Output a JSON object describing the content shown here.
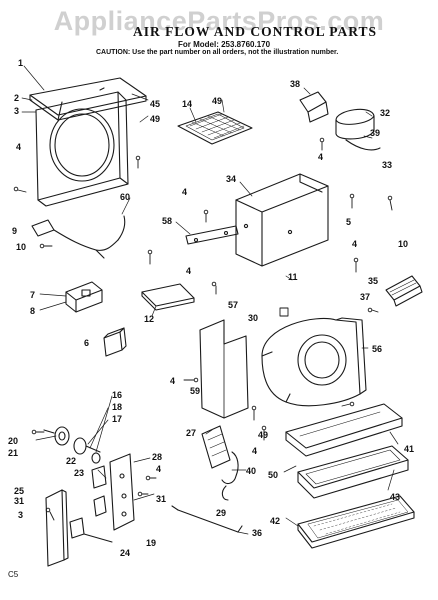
{
  "watermark": "AppliancePartsPros.com",
  "header": {
    "title": "AIR FLOW AND CONTROL PARTS",
    "model_line": "For Model: 253.8760.170",
    "caution": "CAUTION: Use the part number on all orders, not the illustration number."
  },
  "corner_code": "C5",
  "callouts": [
    {
      "id": "c1",
      "text": "1"
    },
    {
      "id": "c2",
      "text": "2"
    },
    {
      "id": "c3",
      "text": "3"
    },
    {
      "id": "c4a",
      "text": "4"
    },
    {
      "id": "c45",
      "text": "45"
    },
    {
      "id": "c49a",
      "text": "49"
    },
    {
      "id": "c14",
      "text": "14"
    },
    {
      "id": "c49b",
      "text": "49"
    },
    {
      "id": "c38",
      "text": "38"
    },
    {
      "id": "c32",
      "text": "32"
    },
    {
      "id": "c39",
      "text": "39"
    },
    {
      "id": "c4b",
      "text": "4"
    },
    {
      "id": "c33",
      "text": "33"
    },
    {
      "id": "c34",
      "text": "34"
    },
    {
      "id": "c4c",
      "text": "4"
    },
    {
      "id": "c60",
      "text": "60"
    },
    {
      "id": "c58",
      "text": "58"
    },
    {
      "id": "c5",
      "text": "5"
    },
    {
      "id": "c10a",
      "text": "10"
    },
    {
      "id": "c10b",
      "text": "10"
    },
    {
      "id": "c9",
      "text": "9"
    },
    {
      "id": "c4d",
      "text": "4"
    },
    {
      "id": "c11",
      "text": "11"
    },
    {
      "id": "c4e",
      "text": "4"
    },
    {
      "id": "c7",
      "text": "7"
    },
    {
      "id": "c8",
      "text": "8"
    },
    {
      "id": "c12",
      "text": "12"
    },
    {
      "id": "c57",
      "text": "57"
    },
    {
      "id": "c30",
      "text": "30"
    },
    {
      "id": "c35",
      "text": "35"
    },
    {
      "id": "c37",
      "text": "37"
    },
    {
      "id": "c6",
      "text": "6"
    },
    {
      "id": "c56",
      "text": "56"
    },
    {
      "id": "c4f",
      "text": "4"
    },
    {
      "id": "c59",
      "text": "59"
    },
    {
      "id": "c16",
      "text": "16"
    },
    {
      "id": "c18",
      "text": "18"
    },
    {
      "id": "c17",
      "text": "17"
    },
    {
      "id": "c20",
      "text": "20"
    },
    {
      "id": "c21",
      "text": "21"
    },
    {
      "id": "c22",
      "text": "22"
    },
    {
      "id": "c23",
      "text": "23"
    },
    {
      "id": "c25",
      "text": "25"
    },
    {
      "id": "c31a",
      "text": "31"
    },
    {
      "id": "c3b",
      "text": "3"
    },
    {
      "id": "c49c",
      "text": "49"
    },
    {
      "id": "c4g",
      "text": "4"
    },
    {
      "id": "c40",
      "text": "40"
    },
    {
      "id": "c41",
      "text": "41"
    },
    {
      "id": "c27",
      "text": "27"
    },
    {
      "id": "c28",
      "text": "28"
    },
    {
      "id": "c4h",
      "text": "4"
    },
    {
      "id": "c31b",
      "text": "31"
    },
    {
      "id": "c29",
      "text": "29"
    },
    {
      "id": "c50",
      "text": "50"
    },
    {
      "id": "c43",
      "text": "43"
    },
    {
      "id": "c42",
      "text": "42"
    },
    {
      "id": "c36",
      "text": "36"
    },
    {
      "id": "c19",
      "text": "19"
    },
    {
      "id": "c24",
      "text": "24"
    }
  ]
}
